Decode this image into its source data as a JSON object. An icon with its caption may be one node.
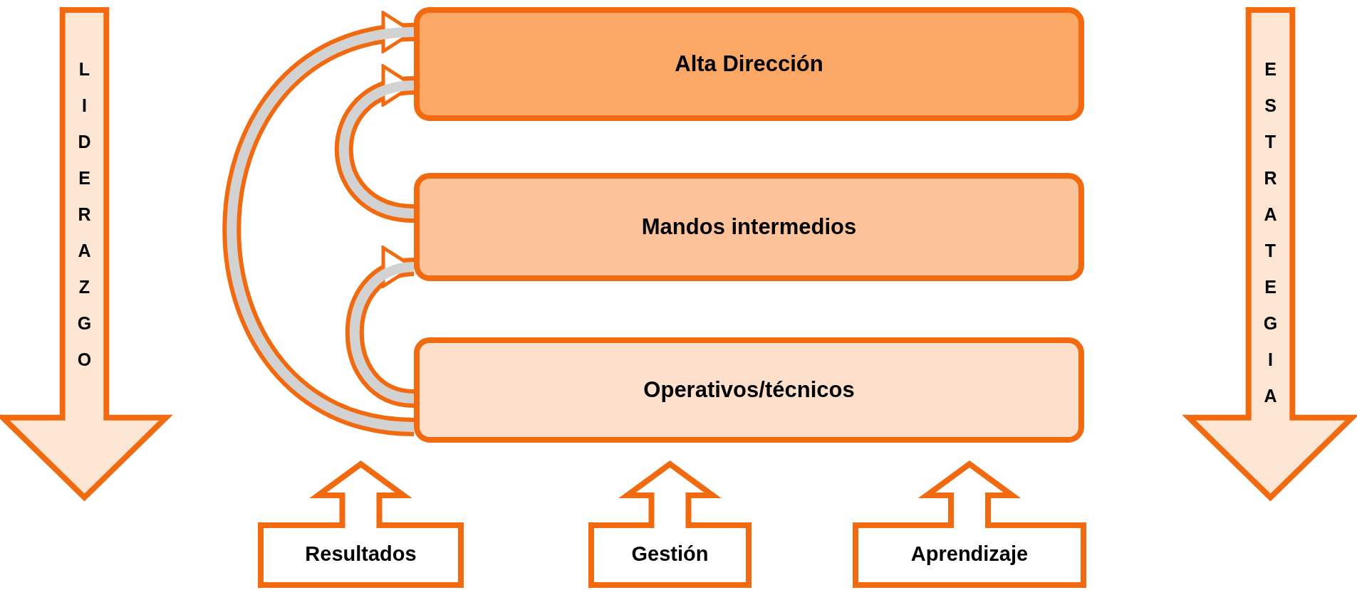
{
  "diagram": {
    "nodes": [
      {
        "text": [
          "LIDERAZGO"
        ]
      },
      {
        "text": [
          "Alta Dirección"
        ]
      },
      {
        "text": [
          "Mandos intermedios"
        ]
      },
      {
        "text": [
          "Operativos/técnicos"
        ]
      },
      {
        "text": [
          "ESTRATEGIA"
        ]
      },
      {
        "text": [
          "Resultados"
        ]
      },
      {
        "text": [
          "Gestión"
        ]
      },
      {
        "text": [
          "Aprendizaje"
        ]
      }
    ],
    "edges": [
      {
        "from": 2,
        "to": 1,
        "arrow": "to"
      },
      {
        "from": 3,
        "to": 2,
        "arrow": "to"
      },
      {
        "from": 3,
        "to": 1,
        "arrow": "to"
      }
    ]
  }
}
